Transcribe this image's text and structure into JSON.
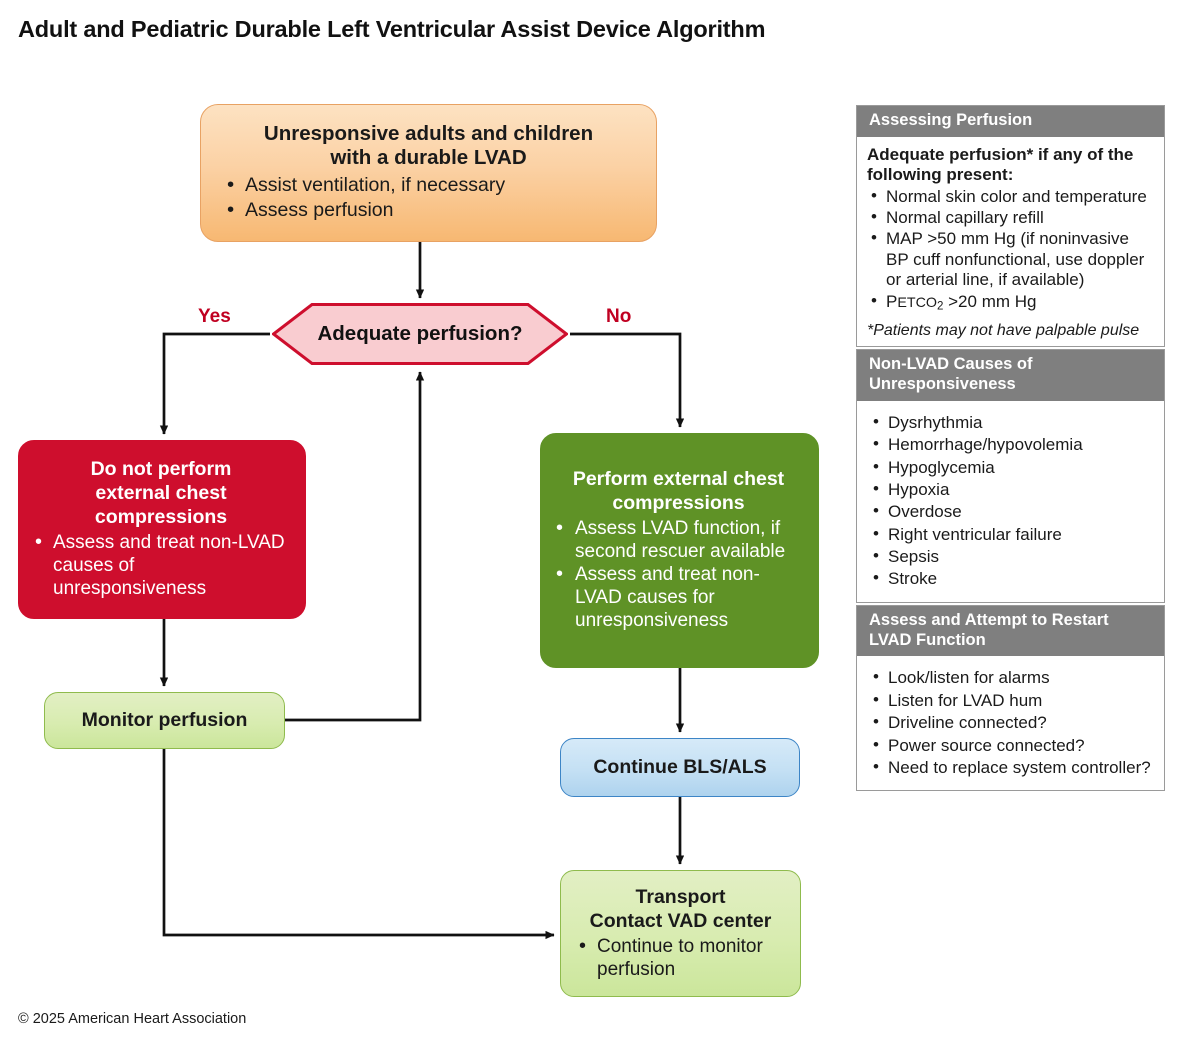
{
  "title": "Adult and Pediatric Durable Left Ventricular Assist Device Algorithm",
  "copyright": "© 2025 American Heart Association",
  "colors": {
    "start_box": "#f7b872",
    "decision_fill": "#f9ccd0",
    "decision_border": "#ce0e2d",
    "no_cpr_box": "#ce0e2d",
    "cpr_box": "#5f9226",
    "light_green_box": "#d8ecb0",
    "blue_box": "#c4e0f4",
    "panel_header": "#7f7f7f",
    "branch_label": "#c00021"
  },
  "flow": {
    "start": {
      "heading_line1": "Unresponsive adults and children",
      "heading_line2": "with a durable LVAD",
      "bullets": [
        "Assist ventilation, if necessary",
        "Assess perfusion"
      ]
    },
    "decision": {
      "label": "Adequate perfusion?",
      "yes_label": "Yes",
      "no_label": "No"
    },
    "no_cpr": {
      "heading_line1": "Do not perform",
      "heading_line2": "external chest",
      "heading_line3": "compressions",
      "bullets": [
        "Assess and treat non-LVAD causes of unresponsiveness"
      ]
    },
    "cpr": {
      "heading_line1": "Perform external chest",
      "heading_line2": "compressions",
      "bullets": [
        "Assess LVAD function, if second rescuer available",
        "Assess and treat non-LVAD causes for unresponsiveness"
      ]
    },
    "monitor": {
      "heading": "Monitor perfusion"
    },
    "bls_als": {
      "heading": "Continue BLS/ALS"
    },
    "transport": {
      "heading_line1": "Transport",
      "heading_line2": "Contact VAD center",
      "bullets": [
        "Continue to monitor perfusion"
      ]
    }
  },
  "sidebar": {
    "panels": [
      {
        "header": "Assessing Perfusion",
        "lead": "Adequate perfusion* if any of the following present:",
        "bullets": [
          "Normal skin color and temperature",
          "Normal capillary refill",
          "MAP >50 mm Hg (if noninvasive BP cuff nonfunctional, use doppler or arterial line, if available)"
        ],
        "bullet_petco2_prefix": "P",
        "bullet_petco2_smallcaps": "ETCO",
        "bullet_petco2_sub": "2",
        "bullet_petco2_suffix": " >20 mm Hg",
        "footnote": "*Patients may not have palpable pulse"
      },
      {
        "header_line1": "Non-LVAD Causes of",
        "header_line2": "Unresponsiveness",
        "bullets": [
          "Dysrhythmia",
          "Hemorrhage/hypovolemia",
          "Hypoglycemia",
          "Hypoxia",
          "Overdose",
          "Right ventricular failure",
          "Sepsis",
          "Stroke"
        ]
      },
      {
        "header_line1": "Assess and Attempt to Restart",
        "header_line2": "LVAD Function",
        "bullets": [
          "Look/listen for alarms",
          "Listen for LVAD hum",
          "Driveline connected?",
          "Power source connected?",
          "Need to replace system controller?"
        ]
      }
    ]
  }
}
